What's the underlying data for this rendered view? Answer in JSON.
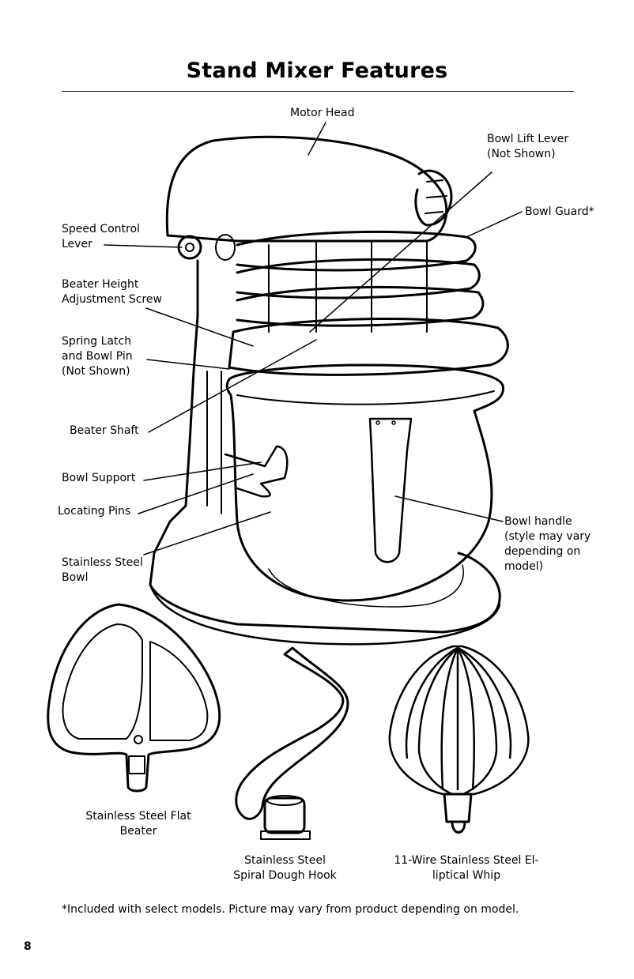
{
  "title": "Stand Mixer Features",
  "labels": {
    "motor_head": "Motor Head",
    "bowl_lift_lever": "Bowl Lift Lever\n(Not Shown)",
    "bowl_guard": "Bowl Guard*",
    "speed_control_lever": "Speed Control\nLever",
    "beater_height_screw": "Beater Height\nAdjustment Screw",
    "spring_latch": "Spring Latch\nand Bowl Pin\n(Not Shown)",
    "beater_shaft": "Beater Shaft",
    "bowl_support": "Bowl Support",
    "locating_pins": "Locating Pins",
    "stainless_steel_bowl": "Stainless Steel\nBowl",
    "bowl_handle": "Bowl handle\n(style may vary\ndepending on\nmodel)"
  },
  "accessories": {
    "flat_beater": "Stainless Steel Flat\nBeater",
    "dough_hook": "Stainless Steel\nSpiral Dough Hook",
    "wire_whip": "11-Wire Stainless Steel El-\nliptical Whip"
  },
  "footnote": "*Included with select models. Picture may vary from product depending on model.",
  "page_number": "8"
}
